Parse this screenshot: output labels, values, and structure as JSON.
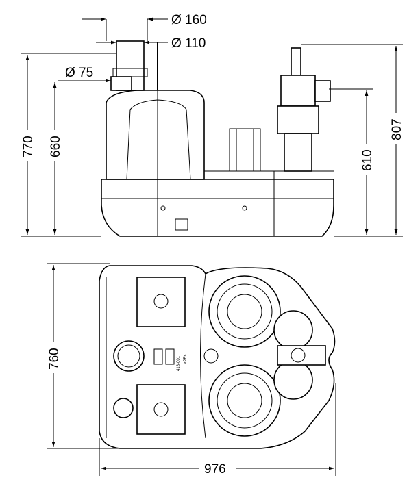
{
  "dimensions": {
    "d160": "Ø 160",
    "d110": "Ø 110",
    "d75": "Ø 75",
    "h770": "770",
    "h660": "660",
    "h610": "610",
    "h807": "807",
    "depth760": "760",
    "width976": "976"
  },
  "labels": {
    "part_number": "418-001",
    "material": ">PE<"
  }
}
